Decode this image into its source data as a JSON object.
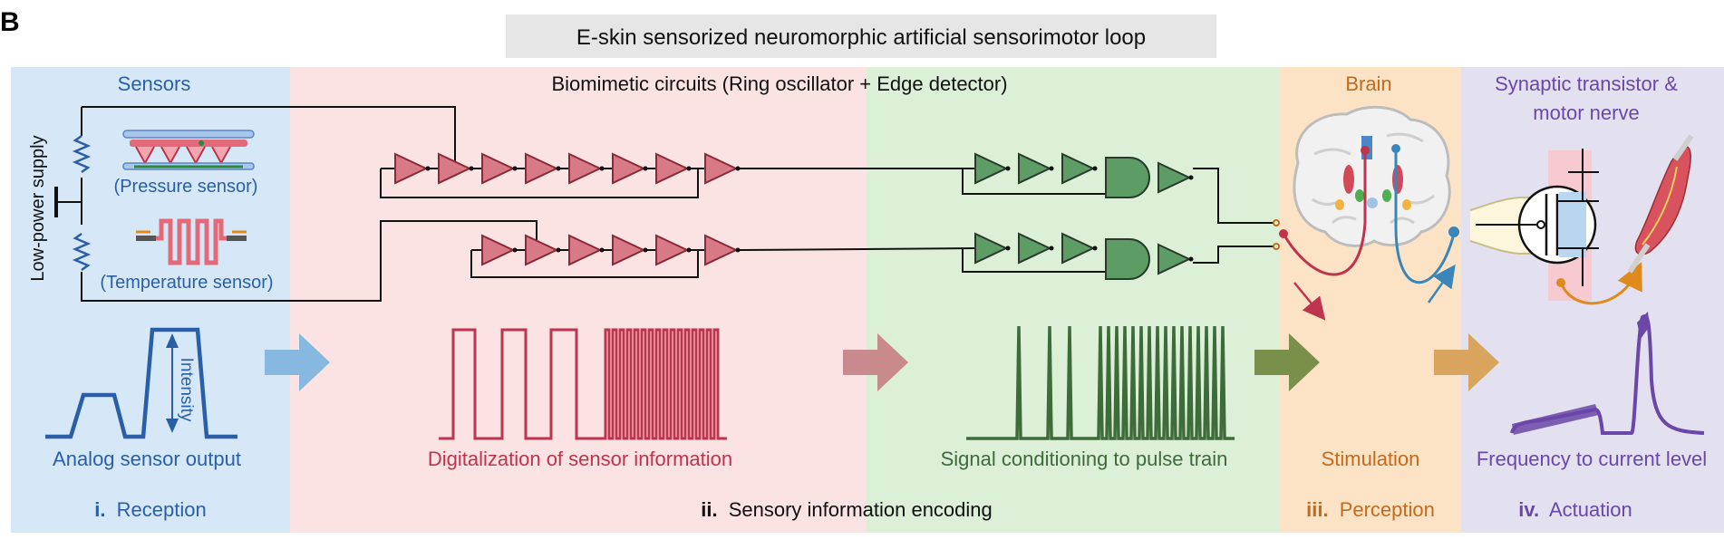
{
  "panel_letter": "B",
  "title": "E-skin sensorized neuromorphic artificial sensorimotor loop",
  "colors": {
    "blue": "#2a5fa8",
    "red": "#c0334d",
    "green": "#3d6b3a",
    "orange": "#c56a1b",
    "purple": "#6a47a8",
    "bg_blue": "#d6e8f8",
    "bg_red": "#fbe3e3",
    "bg_green": "#dcefd7",
    "bg_orange": "#fde3c6",
    "bg_purple": "#e3e1ef"
  },
  "sections": {
    "sensors": {
      "heading": "Sensors",
      "supply_label": "Low-power supply",
      "pressure_label": "(Pressure sensor)",
      "temperature_label": "(Temperature sensor)",
      "intensity_label": "Intensity",
      "output_label": "Analog sensor output",
      "step_num": "i.",
      "step_name": "Reception"
    },
    "circuits": {
      "heading": "Biomimetic circuits (Ring oscillator + Edge detector)",
      "digital_label": "Digitalization of sensor information",
      "pulse_label": "Signal conditioning to pulse train",
      "step_num": "ii.",
      "step_name": "Sensory information encoding"
    },
    "brain": {
      "heading": "Brain",
      "stim_label": "Stimulation",
      "step_num": "iii.",
      "step_name": "Perception"
    },
    "actuation": {
      "heading_line1": "Synaptic transistor &",
      "heading_line2": "motor nerve",
      "output_label": "Frequency to current level",
      "step_num": "iv.",
      "step_name": "Actuation"
    }
  }
}
